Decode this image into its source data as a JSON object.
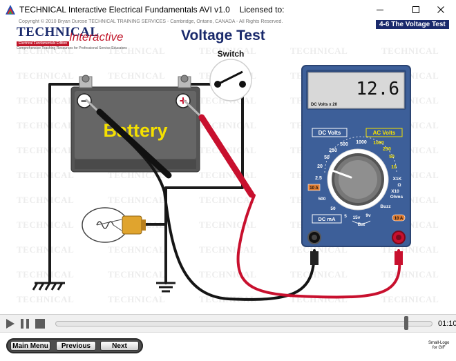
{
  "window": {
    "title": "TECHNICAL Interactive Electrical Fundamentals AVI v1.0",
    "licensed": "Licensed to:",
    "minimize_icon": "minimize-icon",
    "maximize_icon": "maximize-icon",
    "close_icon": "close-icon"
  },
  "header": {
    "copyright": "Copyright © 2010 Bryan Durose TECHNICAL TRAINING SERVICES - Cambridge, Ontario, CANADA - All Rights Reserved.",
    "logo_technical": "TECHNICAL",
    "logo_interactive": "Interactive",
    "logo_edition": "Electrical Fundamentals Edition",
    "logo_tagline": "Comprehensive Teaching Resources for Professional Service Educators",
    "title": "Voltage Test",
    "lesson": "4-6 The Voltage Test"
  },
  "watermark": "TECHNICAL",
  "diagram": {
    "switch_label": "Switch",
    "battery_label": "Battery",
    "neg_terminal": "−",
    "pos_terminal": "+"
  },
  "meter": {
    "display_value": "12.6",
    "display_mode": "DC Volts x 20",
    "dc_volts_label": "DC Volts",
    "ac_volts_label": "AC Volts",
    "dc_scale": [
      "1000",
      "500",
      "250",
      "50",
      "20",
      "2.5"
    ],
    "ac_scale": [
      "1000",
      "250",
      "50",
      "10"
    ],
    "left_jack_label": "10 A",
    "ohms_labels": [
      "X1K",
      "Ω",
      "X10",
      "Ohms"
    ],
    "ma_scale": [
      "500",
      "50",
      "5"
    ],
    "ma_label": "DC mA",
    "batt_scale": [
      "15v",
      "9v"
    ],
    "batt_label": "Bat",
    "buzz_label": "Buzz",
    "right_jack_label": "10 A"
  },
  "player": {
    "play_icon": "play-icon",
    "pause_icon": "pause-icon",
    "stop_icon": "stop-icon",
    "time": "01:10",
    "progress": 0.93
  },
  "nav": {
    "main_menu": "Main Menu",
    "previous": "Previous",
    "next": "Next",
    "small_logo": "Small-Logo",
    "small_logo_sub": "for GIF"
  },
  "colors": {
    "title_blue": "#1a2a6c",
    "red_lead": "#c8102e",
    "meter_blue": "#3d5f99",
    "battery_text": "#f5e000"
  }
}
